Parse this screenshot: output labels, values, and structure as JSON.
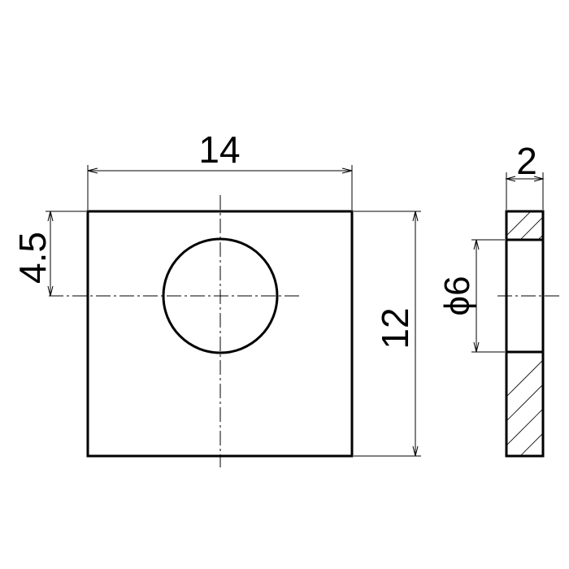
{
  "drawing": {
    "line_color": "#000000",
    "background": "#ffffff",
    "front_view": {
      "width_dim": "14",
      "height_dim": "12",
      "hole_offset_dim": "4.5"
    },
    "side_view": {
      "thickness_dim": "2",
      "hole_dia_dim": "ϕ6"
    }
  }
}
